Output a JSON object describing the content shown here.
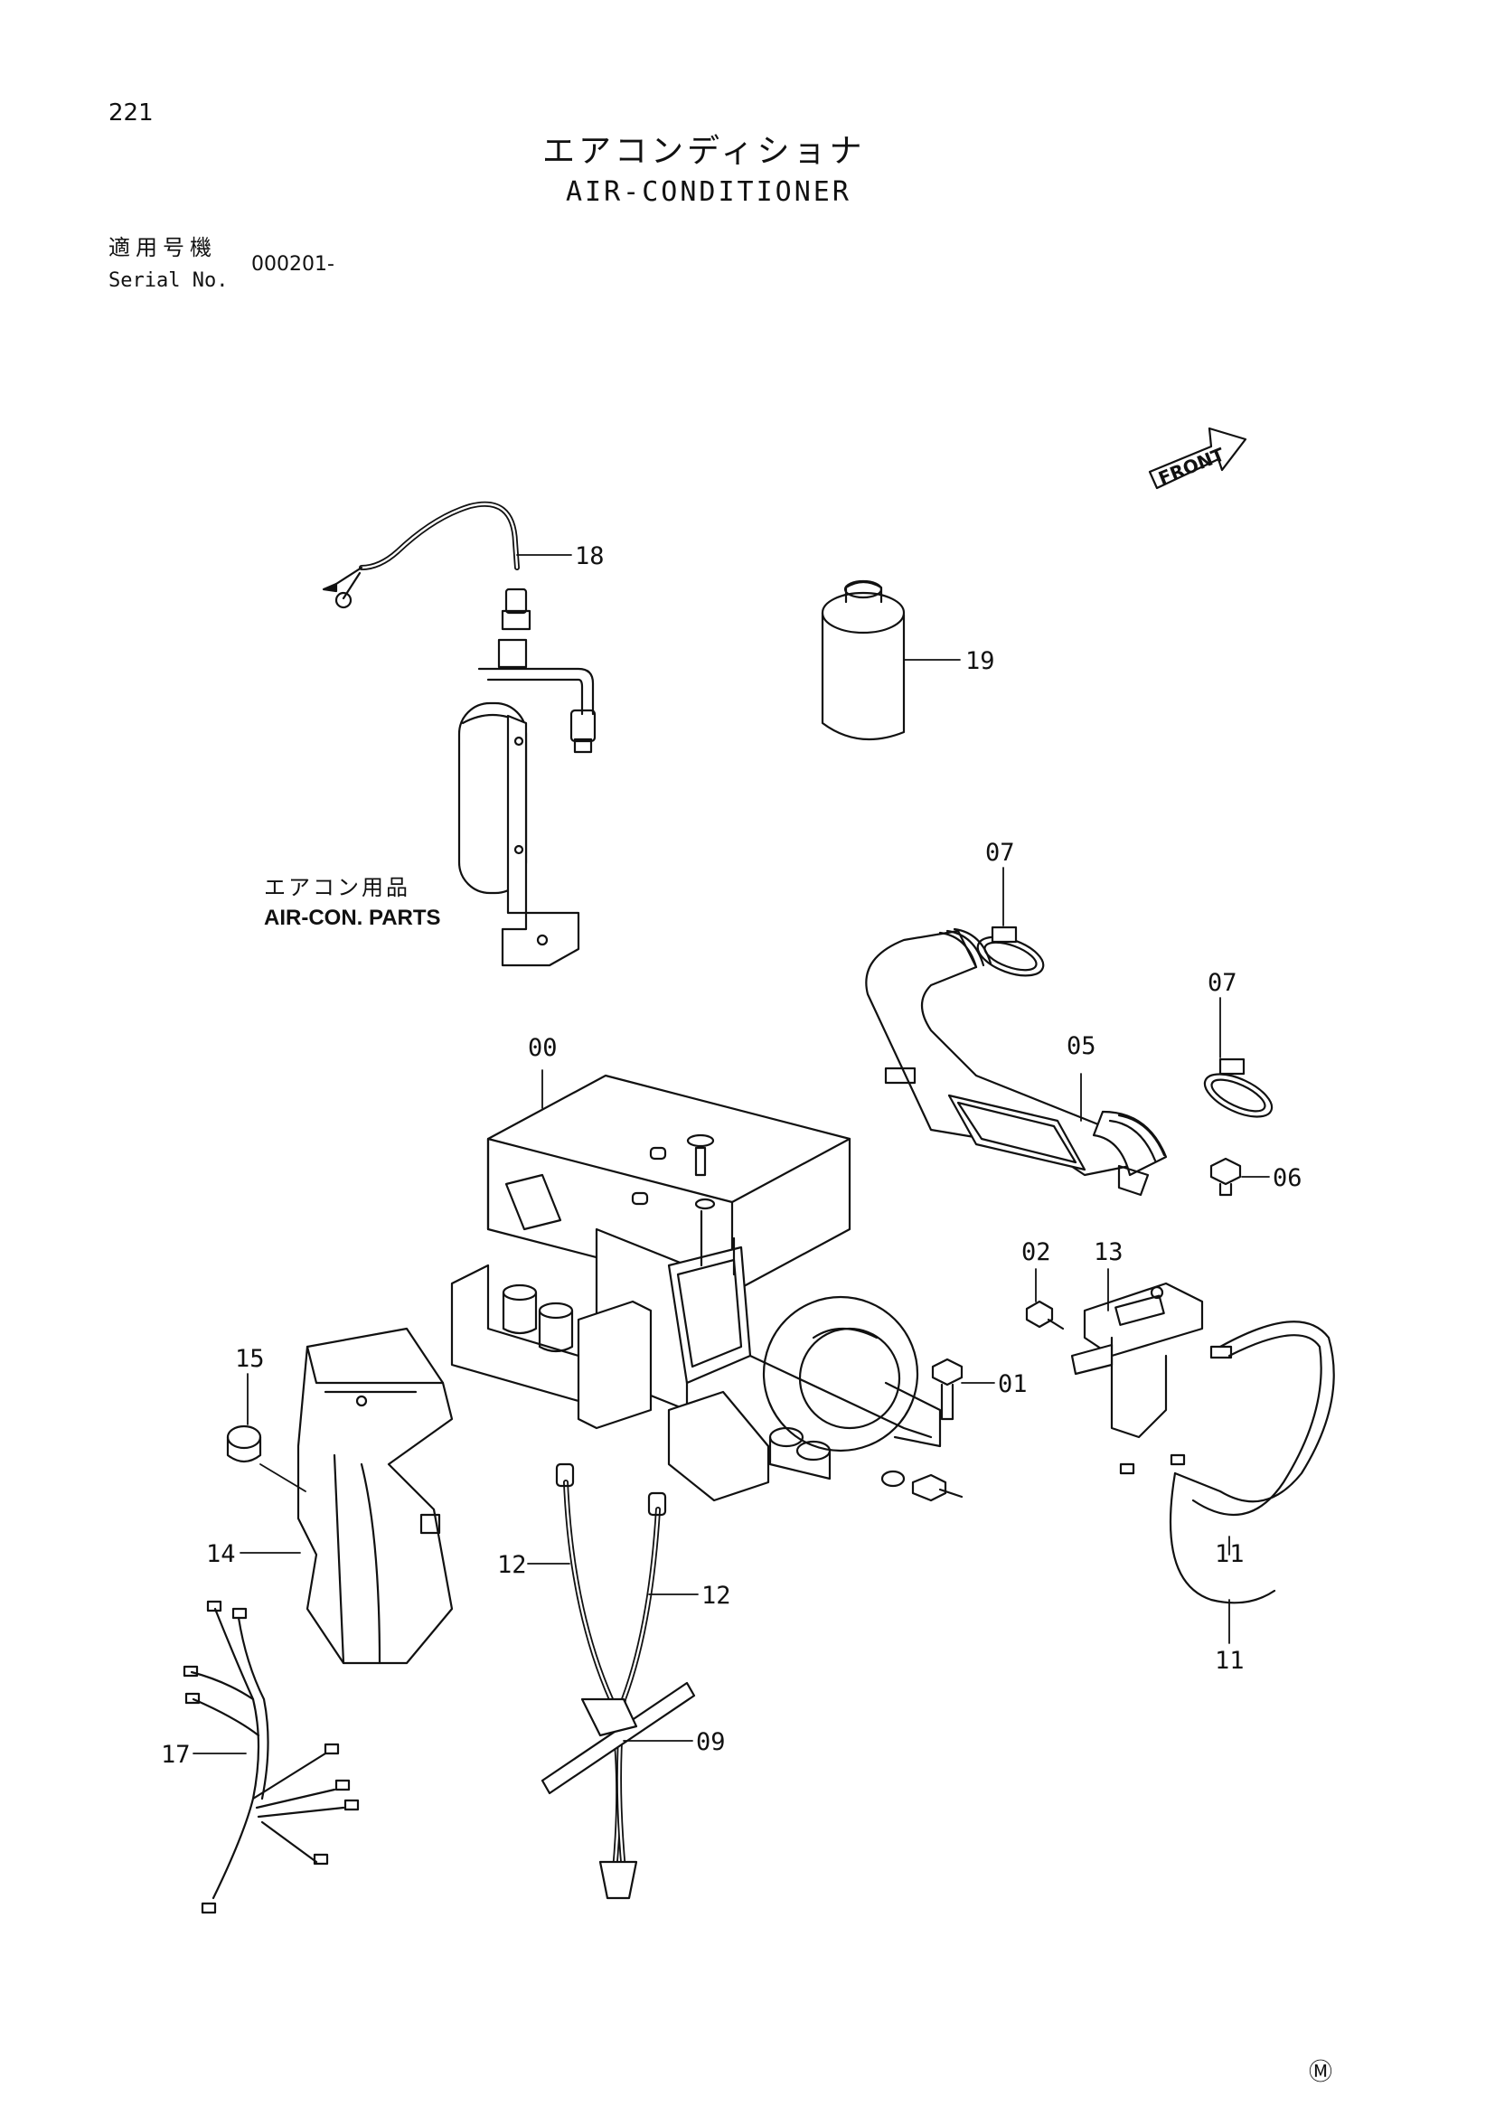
{
  "header": {
    "page_number": "221",
    "title_jp": "エアコンディショナ",
    "title_en": "AIR-CONDITIONER",
    "serial_label_jp": "適用号機",
    "serial_label_en": "Serial No.",
    "serial_value": "000201-"
  },
  "notes": {
    "aircon_parts_jp": "エアコン用品",
    "aircon_parts_en": "AIR-CON. PARTS",
    "front_arrow": "FRONT",
    "corner_mark": "Ⓜ"
  },
  "callouts": {
    "c00": "00",
    "c01": "01",
    "c02": "02",
    "c05": "05",
    "c06": "06",
    "c07a": "07",
    "c07b": "07",
    "c09": "09",
    "c11a": "11",
    "c11b": "11",
    "c12a": "12",
    "c12b": "12",
    "c13": "13",
    "c14": "14",
    "c15": "15",
    "c17": "17",
    "c18": "18",
    "c19": "19"
  }
}
